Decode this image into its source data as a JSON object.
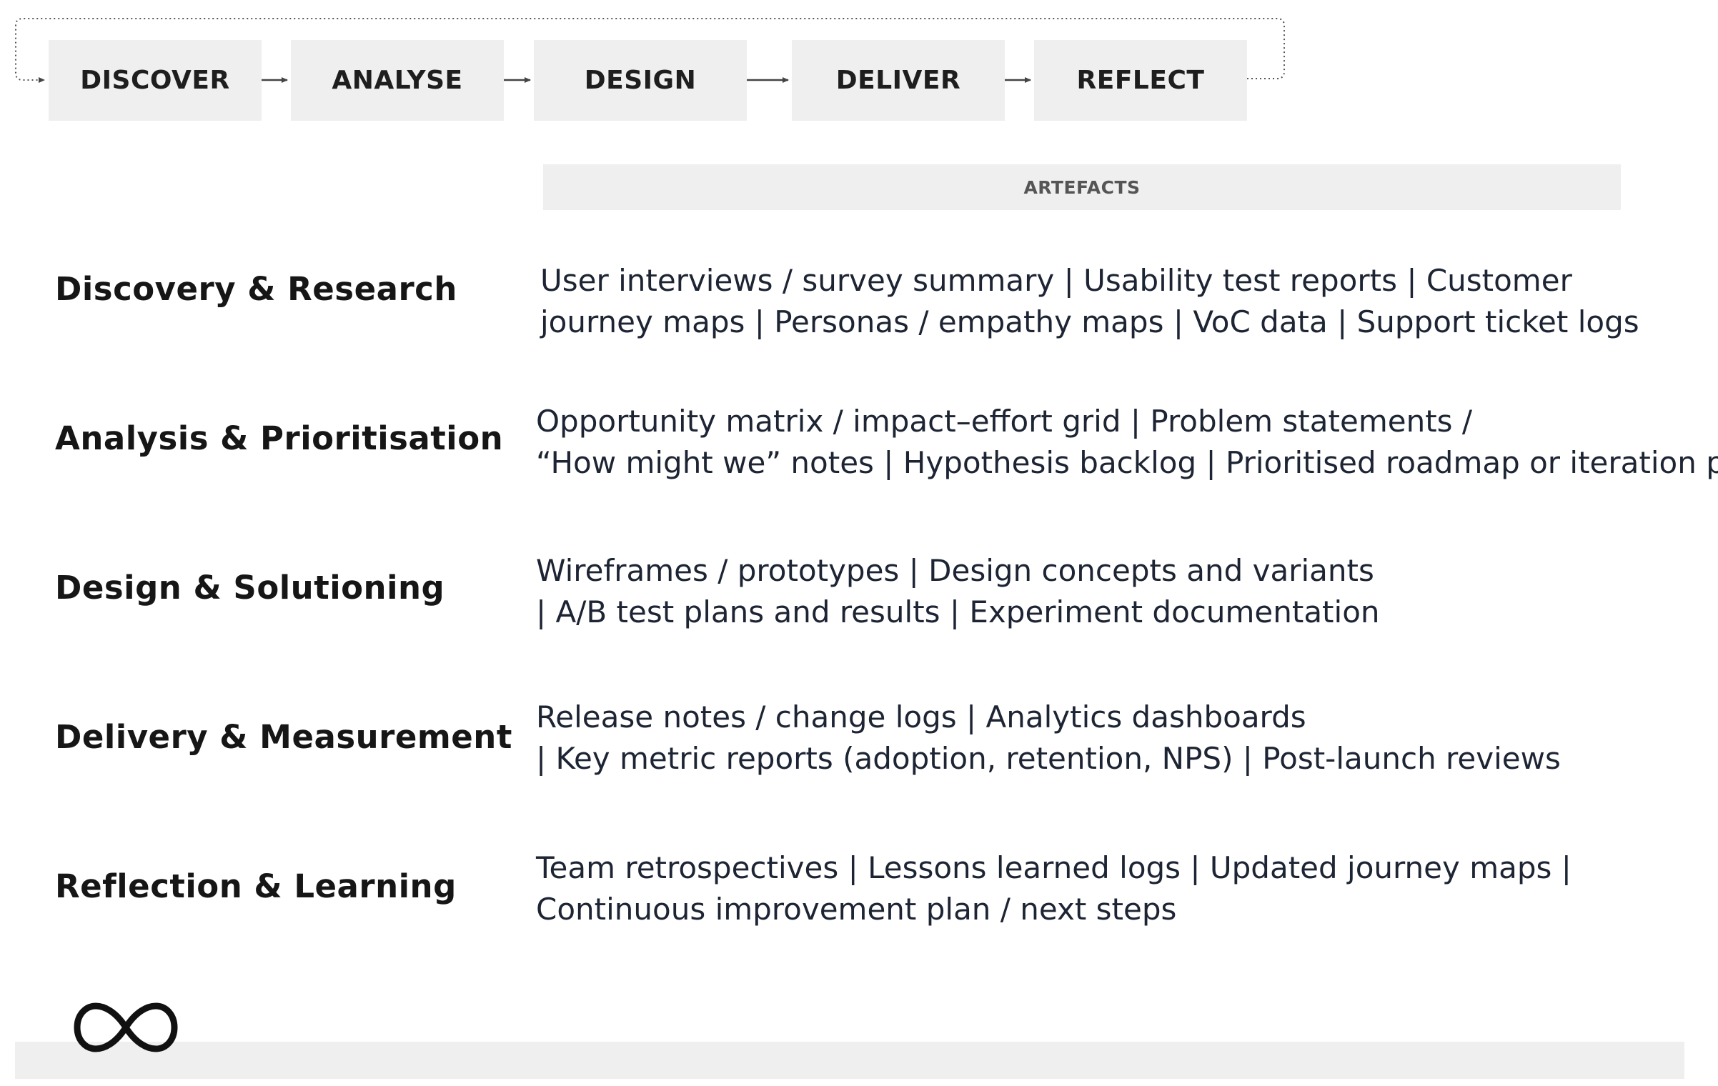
{
  "process": {
    "steps": [
      "DISCOVER",
      "ANALYSE",
      "DESIGN",
      "DELIVER",
      "REFLECT"
    ]
  },
  "artefacts": {
    "header": "ARTEFACTS",
    "rows": [
      {
        "stage": "Discovery & Research",
        "lines": [
          "User interviews / survey summary | Usability test reports | Customer",
          "journey maps | Personas / empathy maps | VoC data | Support ticket logs"
        ]
      },
      {
        "stage": "Analysis & Prioritisation",
        "lines": [
          "Opportunity matrix / impact–effort grid | Problem statements /",
          "“How might we” notes | Hypothesis backlog | Prioritised roadmap or iteration plan"
        ]
      },
      {
        "stage": "Design & Solutioning",
        "lines": [
          "Wireframes / prototypes | Design concepts and variants",
          "| A/B test plans and results | Experiment documentation"
        ]
      },
      {
        "stage": "Delivery & Measurement",
        "lines": [
          "Release notes / change logs | Analytics dashboards",
          "| Key metric reports (adoption, retention, NPS) | Post-launch reviews"
        ]
      },
      {
        "stage": "Reflection & Learning",
        "lines": [
          "Team retrospectives | Lessons learned logs | Updated journey maps |",
          "Continuous improvement plan / next steps"
        ]
      }
    ]
  },
  "colors": {
    "box_fill": "#efefef",
    "text_dark": "#161616",
    "artefact_text": "#1d2433",
    "connector": "#444444"
  },
  "icons": {
    "logo": "infinity-icon"
  }
}
